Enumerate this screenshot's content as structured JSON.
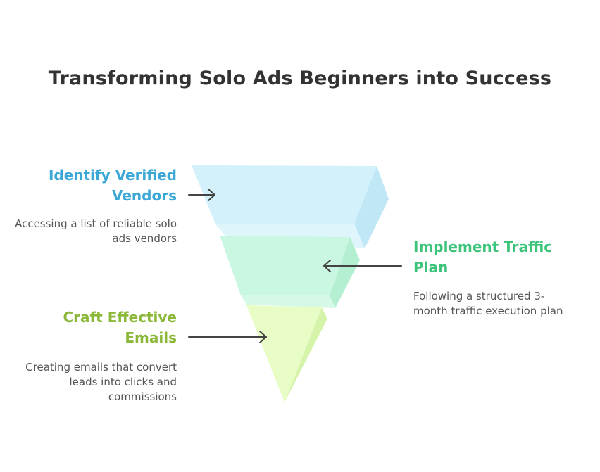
{
  "title": "Transforming Solo Ads Beginners into Success",
  "stages": [
    {
      "heading": "Identify Verified Vendors",
      "description": "Accessing a list of reliable solo ads vendors",
      "color": "#3aa7d6"
    },
    {
      "heading": "Implement Traffic Plan",
      "description": "Following a structured 3-month traffic execution plan",
      "color": "#3cc47b"
    },
    {
      "heading": "Craft Effective Emails",
      "description": "Creating emails that convert leads into clicks and commissions",
      "color": "#8cb83a"
    }
  ],
  "colors": {
    "stage1_fill": "#d3f1fb",
    "stage1_side": "#bfe7f6",
    "stage2_fill": "#c9f7e1",
    "stage2_side": "#b4efd2",
    "stage3_fill": "#e8fcc5",
    "stage3_side": "#d6f3aa",
    "arrow": "#444444",
    "title": "#333333"
  }
}
